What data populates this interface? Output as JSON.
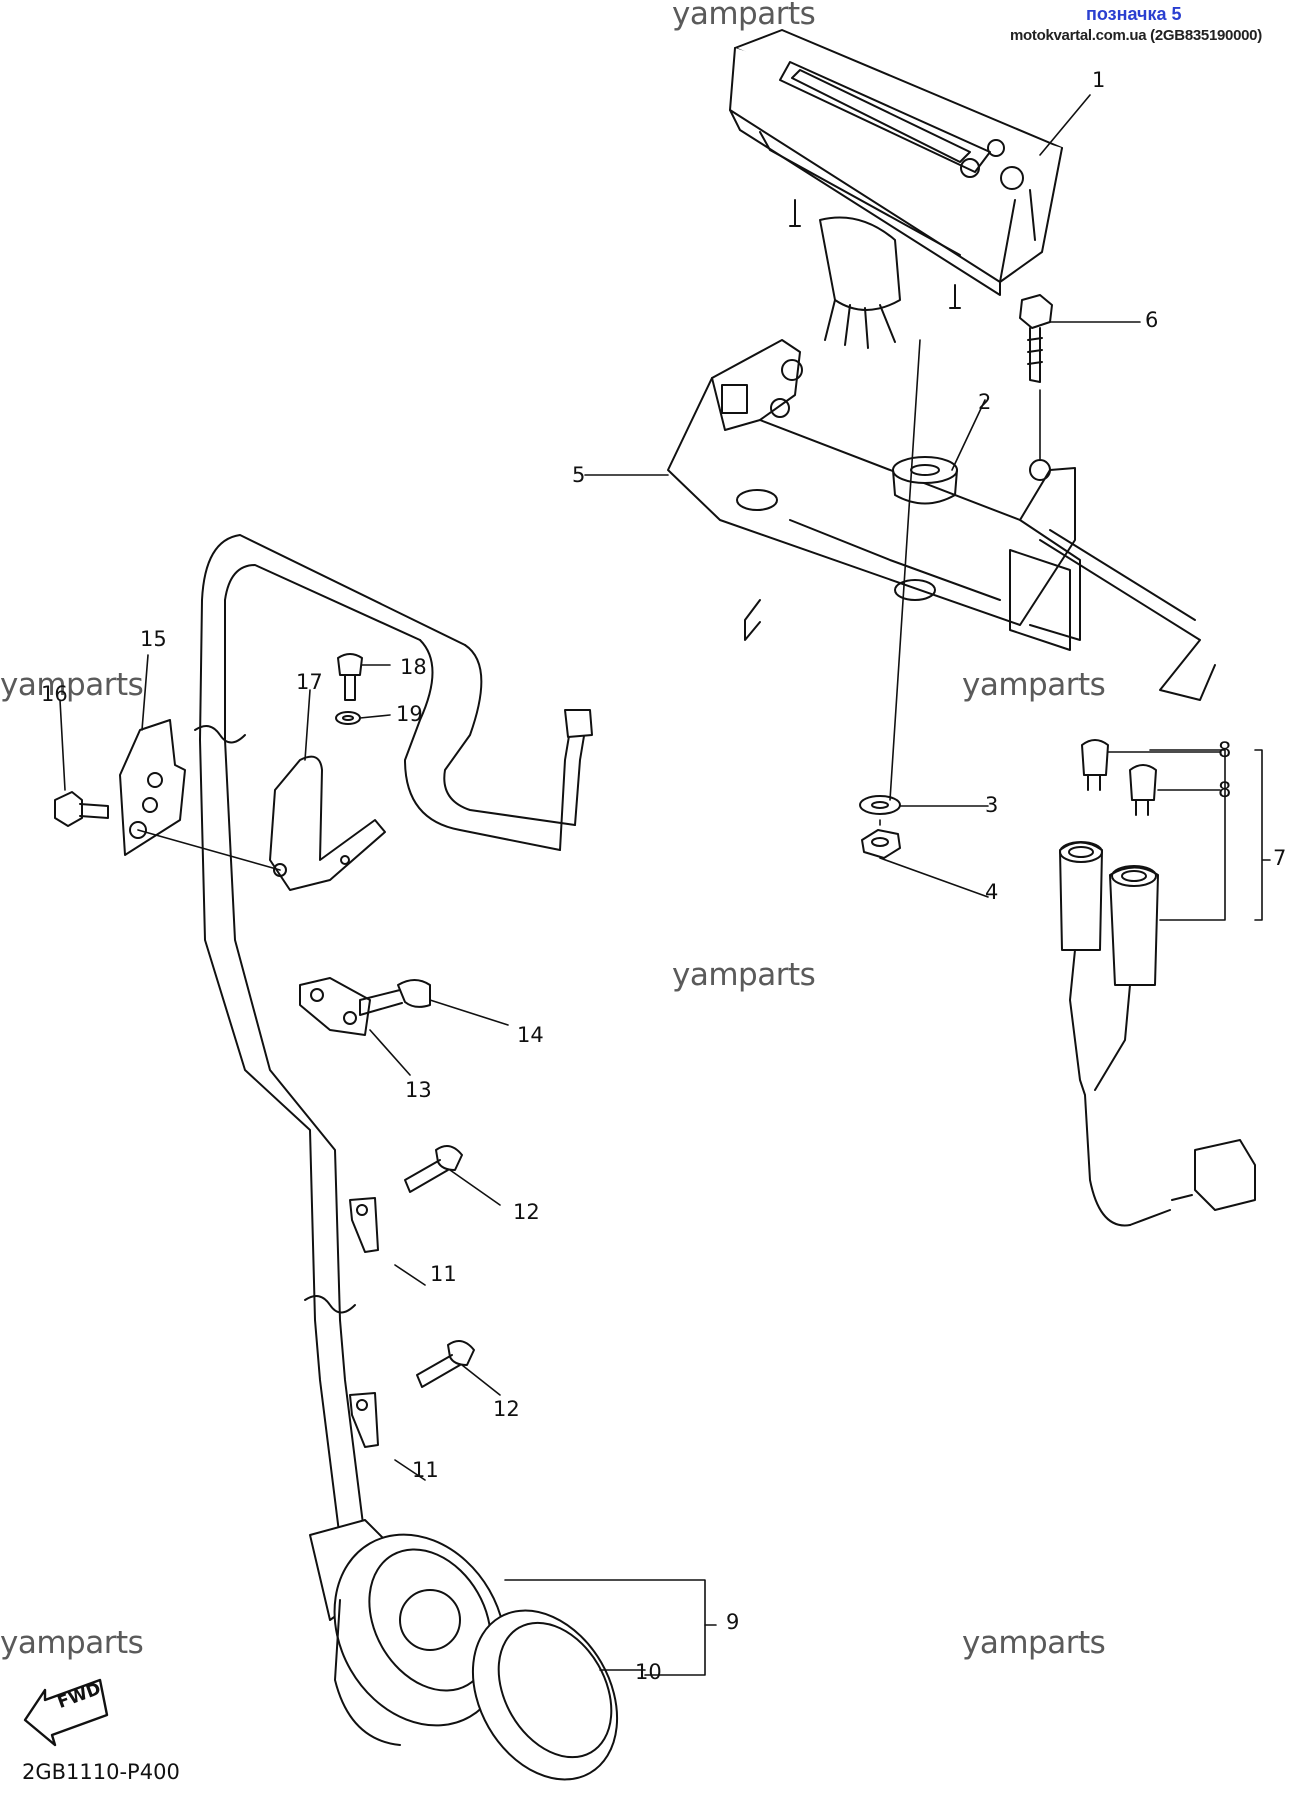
{
  "header": {
    "tag": "позначка 5",
    "site": "motokvartal.com.ua (2GB835190000)"
  },
  "watermark": "yamparts",
  "diagram_code": "2GB1110-P400",
  "fwd_label": "FWD",
  "callouts": [
    "1",
    "2",
    "3",
    "4",
    "5",
    "6",
    "7",
    "8",
    "8",
    "9",
    "10",
    "11",
    "11",
    "12",
    "12",
    "13",
    "14",
    "15",
    "16",
    "17",
    "18",
    "19"
  ]
}
